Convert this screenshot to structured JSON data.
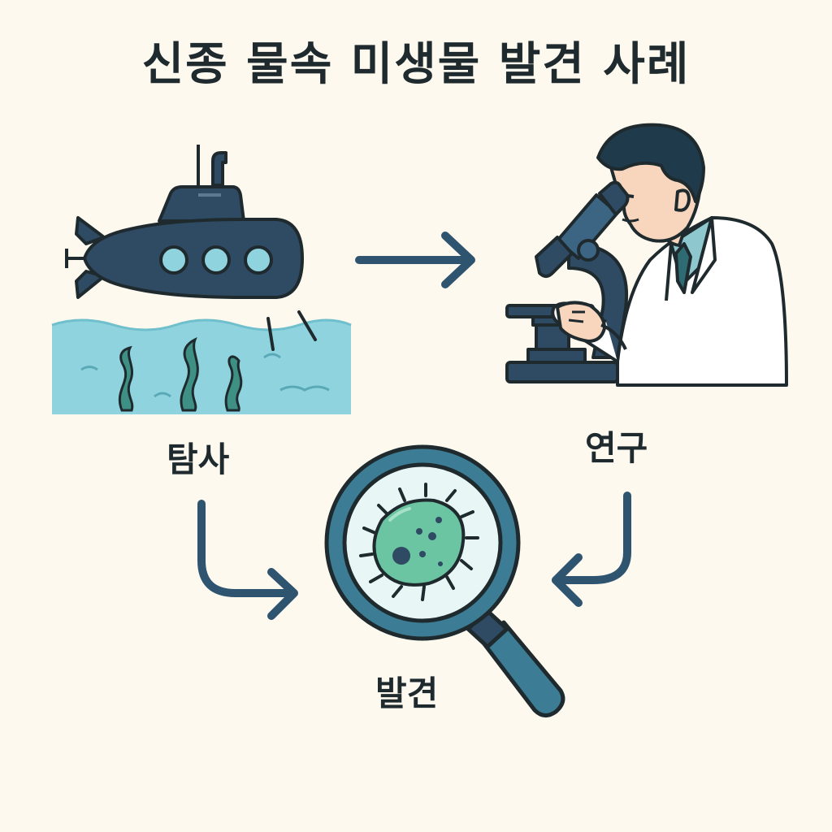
{
  "title": "신종 물속 미생물 발견 사례",
  "steps": {
    "explore": "탐사",
    "research": "연구",
    "discovery": "발견"
  },
  "colors": {
    "background": "#fdf9ef",
    "outline": "#1f2a2e",
    "navy": "#2f4a63",
    "water": "#8fd3de",
    "seaweed": "#3e8f84",
    "microbe": "#6cc5a2",
    "arrow": "#2f5470",
    "lab_coat": "#ffffff",
    "skin": "#f7d6bd"
  },
  "icons": [
    "submarine-icon",
    "microscope-icon",
    "scientist-icon",
    "magnifier-icon",
    "microbe-icon",
    "arrow-icon"
  ]
}
